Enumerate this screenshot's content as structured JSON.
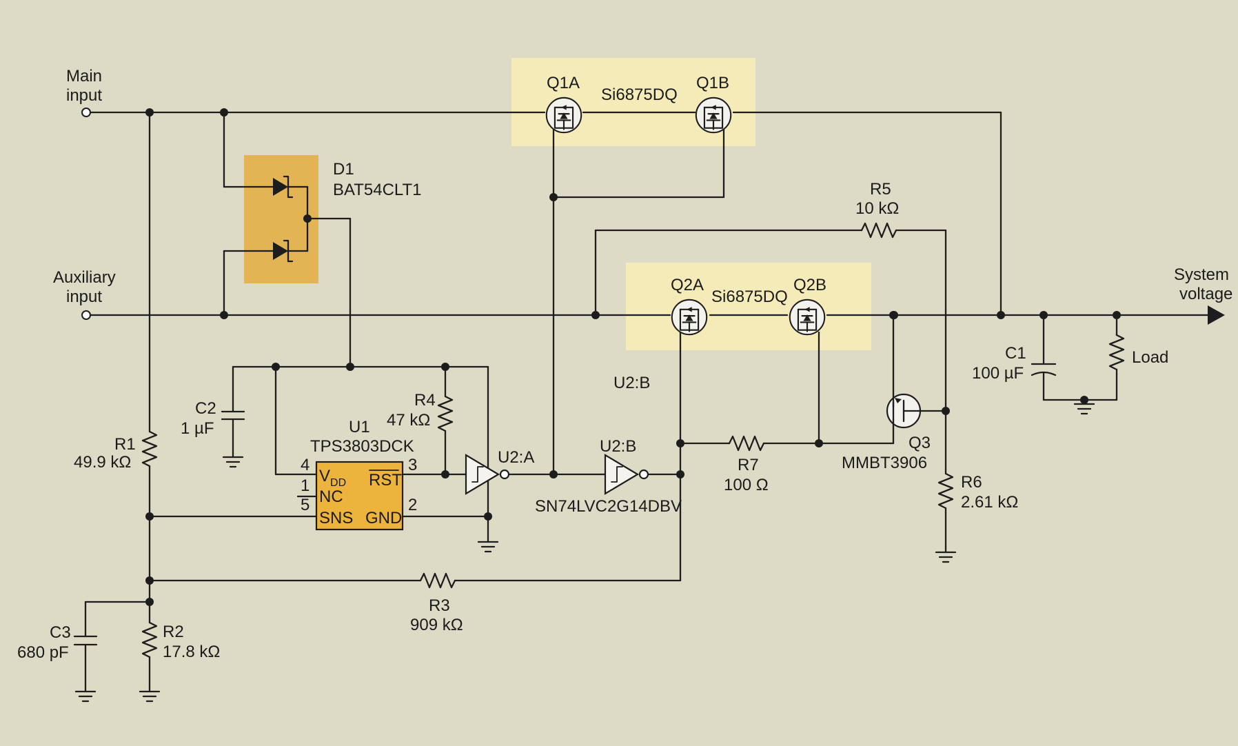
{
  "terminals": {
    "main_input": [
      "Main",
      "input"
    ],
    "aux_input": [
      "Auxiliary",
      "input"
    ],
    "system_voltage": [
      "System",
      "voltage"
    ]
  },
  "components": {
    "q1a": "Q1A",
    "q1b": "Q1B",
    "q1_part": "Si6875DQ",
    "q2a": "Q2A",
    "q2b": "Q2B",
    "q2_part": "Si6875DQ",
    "d1": "D1",
    "d1_part": "BAT54CLT1",
    "r5": "R5",
    "r5_value": "10 kΩ",
    "c1": "C1",
    "c1_value": "100 µF",
    "load": "Load",
    "c2": "C2",
    "c2_value": "1 µF",
    "r4": "R4",
    "r4_value": "47 kΩ",
    "u1": "U1",
    "u1_part": "TPS3803DCK",
    "u2a": "U2:A",
    "u2b_top": "U2:B",
    "u2b": "U2:B",
    "u2_part": "SN74LVC2G14DBV",
    "r1": "R1",
    "r1_value": "49.9 kΩ",
    "r7": "R7",
    "r7_value": "100 Ω",
    "q3": "Q3",
    "q3_part": "MMBT3906",
    "r6": "R6",
    "r6_value": "2.61 kΩ",
    "r3": "R3",
    "r3_value": "909 kΩ",
    "c3": "C3",
    "c3_value": "680 pF",
    "r2": "R2",
    "r2_value": "17.8 kΩ"
  },
  "ic_pins": {
    "vdd_num": "4",
    "nc_num": "1",
    "sns_num": "5",
    "rst_num": "3",
    "gnd_num": "2",
    "vdd": "V",
    "vdd_sub": "DD",
    "nc": "NC",
    "sns": "SNS",
    "rst": "RST",
    "gnd": "GND"
  }
}
